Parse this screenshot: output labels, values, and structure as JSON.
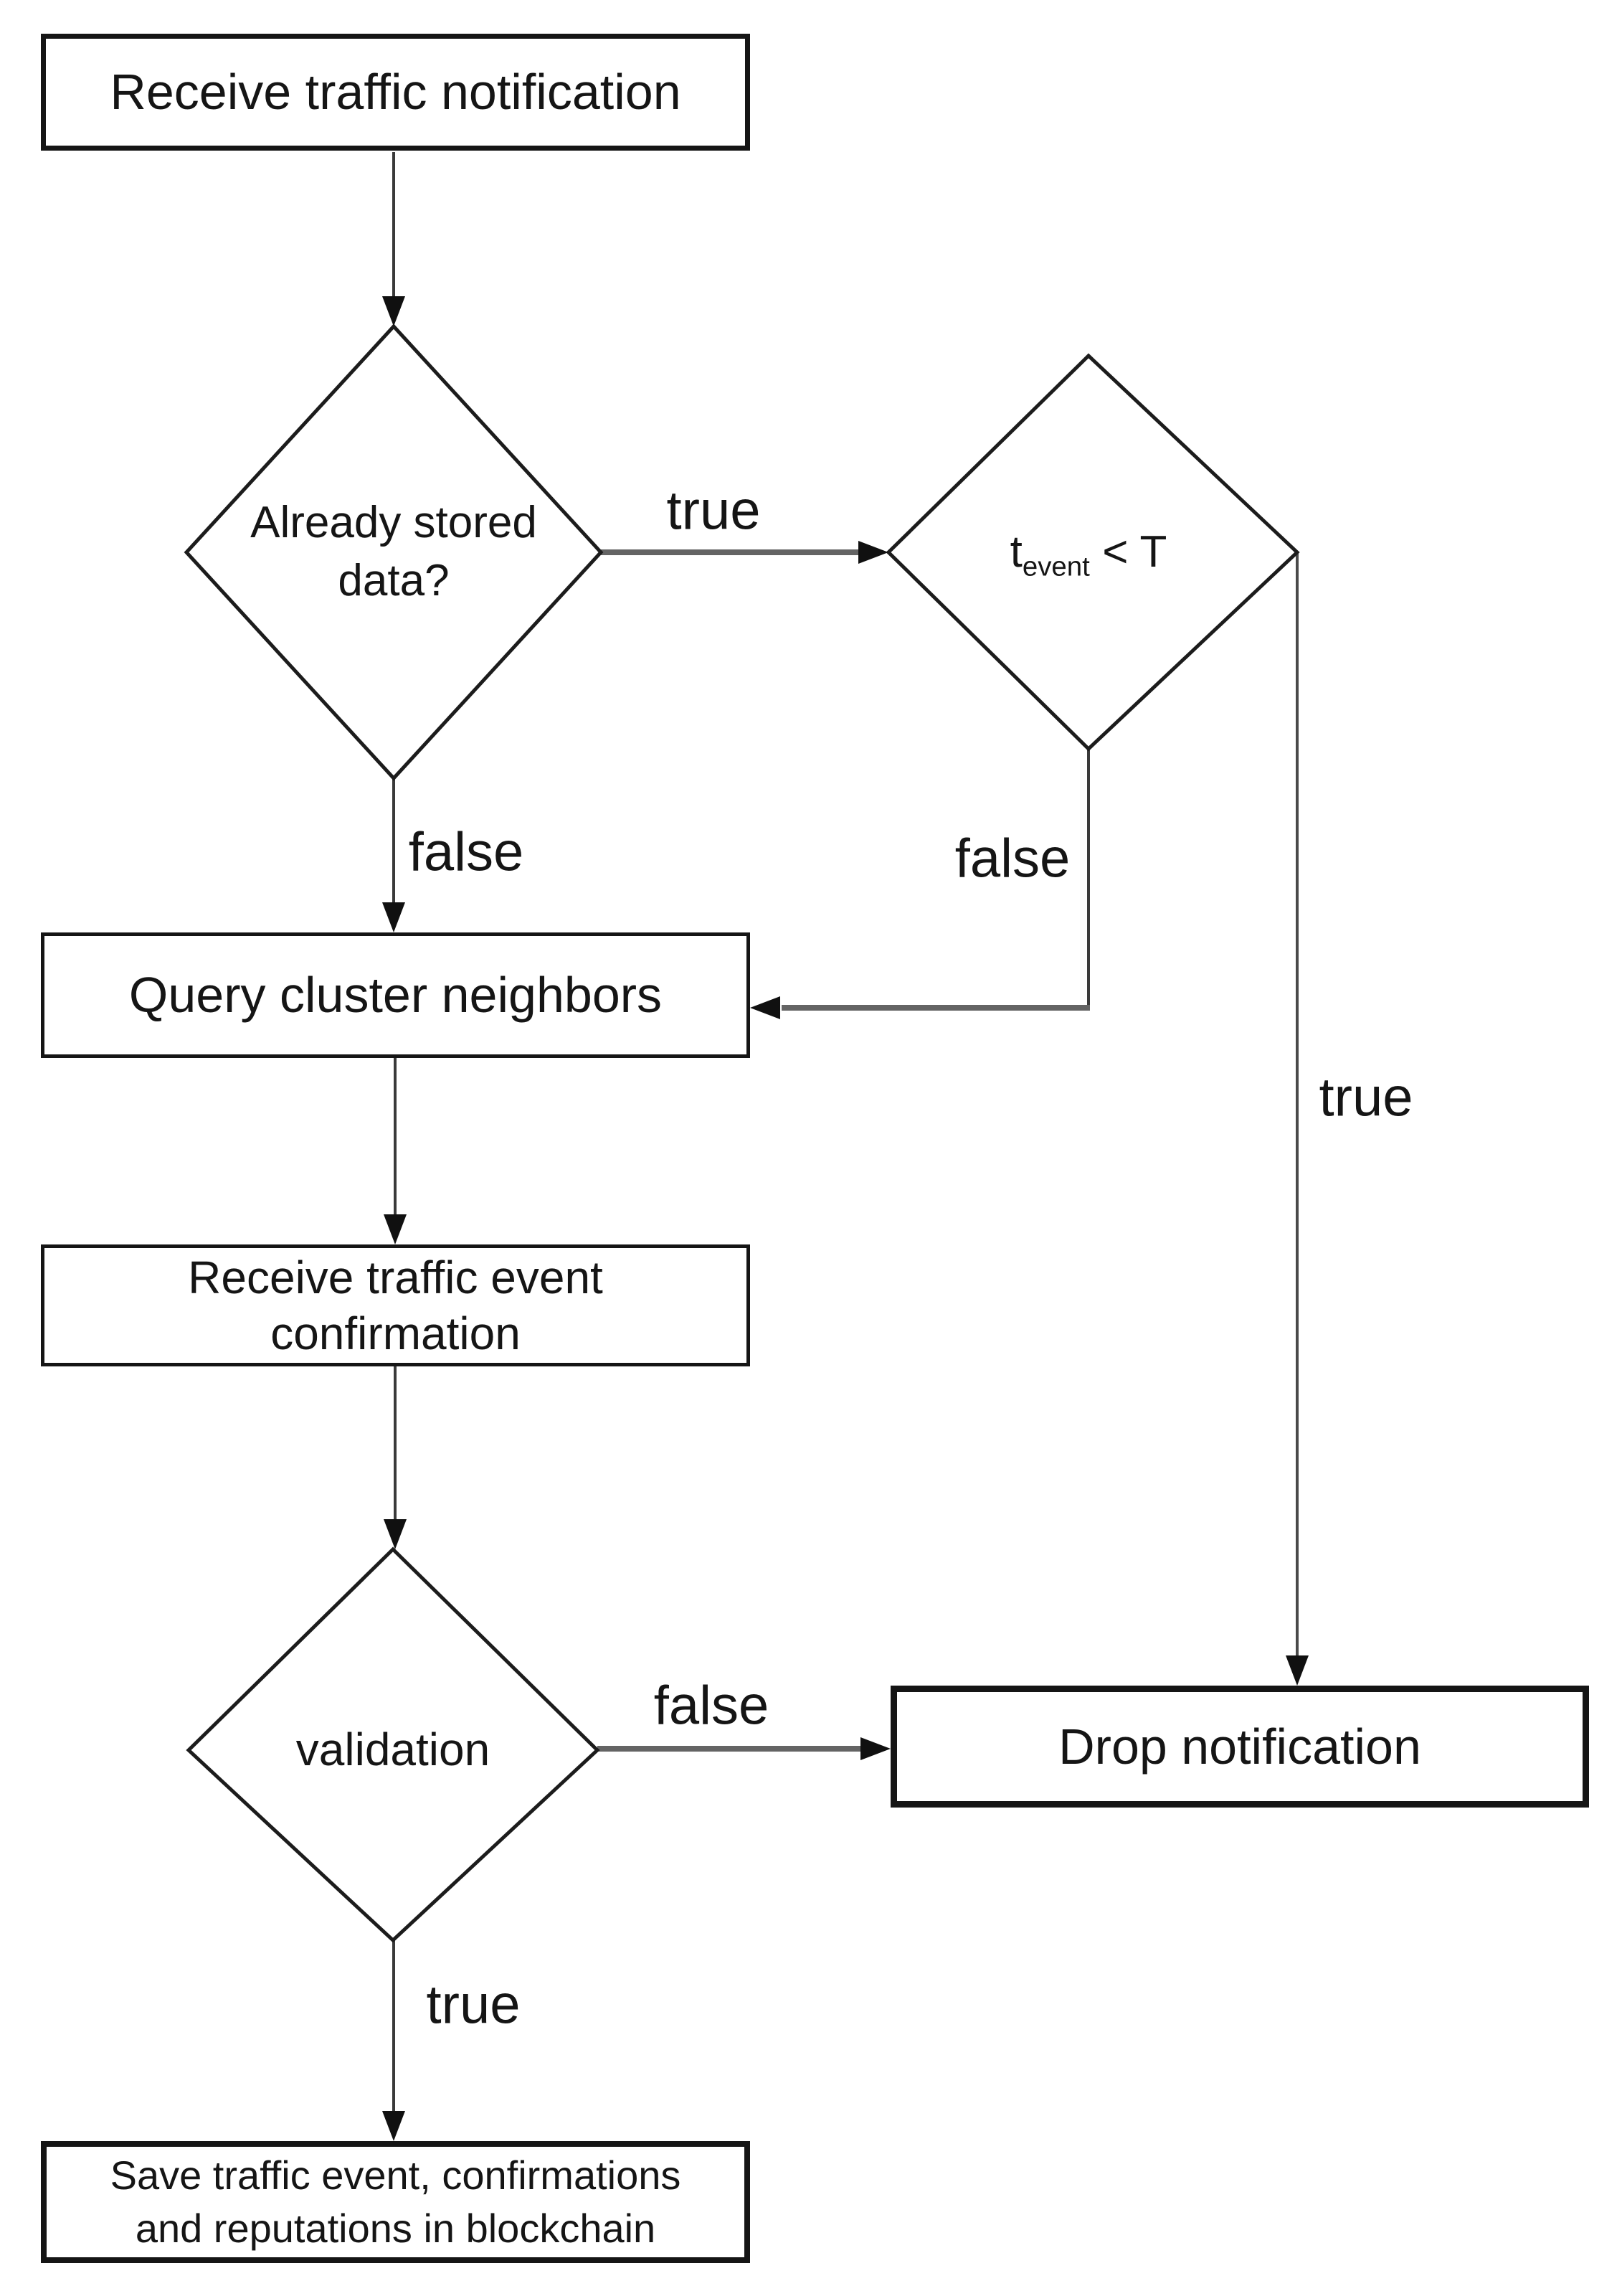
{
  "diagram": {
    "type": "flowchart",
    "background": "#ffffff",
    "nodes": {
      "receive_traffic_notification": {
        "shape": "rectangle",
        "label": "Receive traffic notification"
      },
      "already_stored_data": {
        "shape": "diamond",
        "line1": "Already stored",
        "line2": "data?"
      },
      "t_event_check": {
        "shape": "diamond",
        "symbol": "t",
        "subscript": "event",
        "comparison": "< T"
      },
      "query_cluster_neighbors": {
        "shape": "rectangle",
        "label": "Query cluster neighbors"
      },
      "receive_traffic_event_confirmation": {
        "shape": "rectangle",
        "line1": "Receive traffic event",
        "line2": "confirmation"
      },
      "validation": {
        "shape": "diamond",
        "label": "validation"
      },
      "drop_notification": {
        "shape": "rectangle",
        "label": "Drop notification"
      },
      "save_in_blockchain": {
        "shape": "rectangle",
        "line1": "Save traffic event, confirmations",
        "line2": "and reputations in blockchain"
      }
    },
    "edge_labels": {
      "already_stored_true": "true",
      "already_stored_false": "false",
      "t_event_false": "false",
      "t_event_true": "true",
      "validation_false": "false",
      "validation_true": "true"
    },
    "colors": {
      "node_border": "#151515",
      "text": "#151515",
      "connector_vertical": "#3a3a3a",
      "connector_horizontal": "#646464",
      "arrowhead": "#101010"
    }
  }
}
